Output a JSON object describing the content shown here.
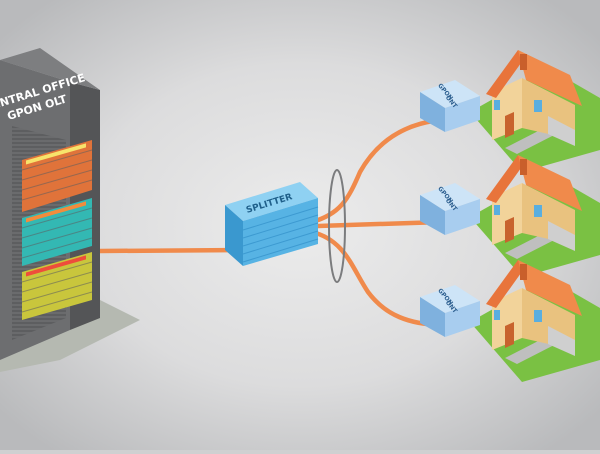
{
  "olt": {
    "line1": "CENTRAL OFFICE",
    "line2": "GPON OLT"
  },
  "splitter": {
    "label": "SPLITTER"
  },
  "onts": [
    {
      "line1": "GPON",
      "line2": "ONT"
    },
    {
      "line1": "GPON",
      "line2": "ONT"
    },
    {
      "line1": "GPON",
      "line2": "ONT"
    }
  ],
  "colors": {
    "background": "#d6d7d8",
    "fiber": "#f08a4b",
    "rack": "#6d6e70",
    "splitter": "#5ab7e8",
    "ont": "#9cc9ef",
    "roof": "#e8743b",
    "house_wall": "#f2d39a",
    "lawn": "#7ac143"
  }
}
